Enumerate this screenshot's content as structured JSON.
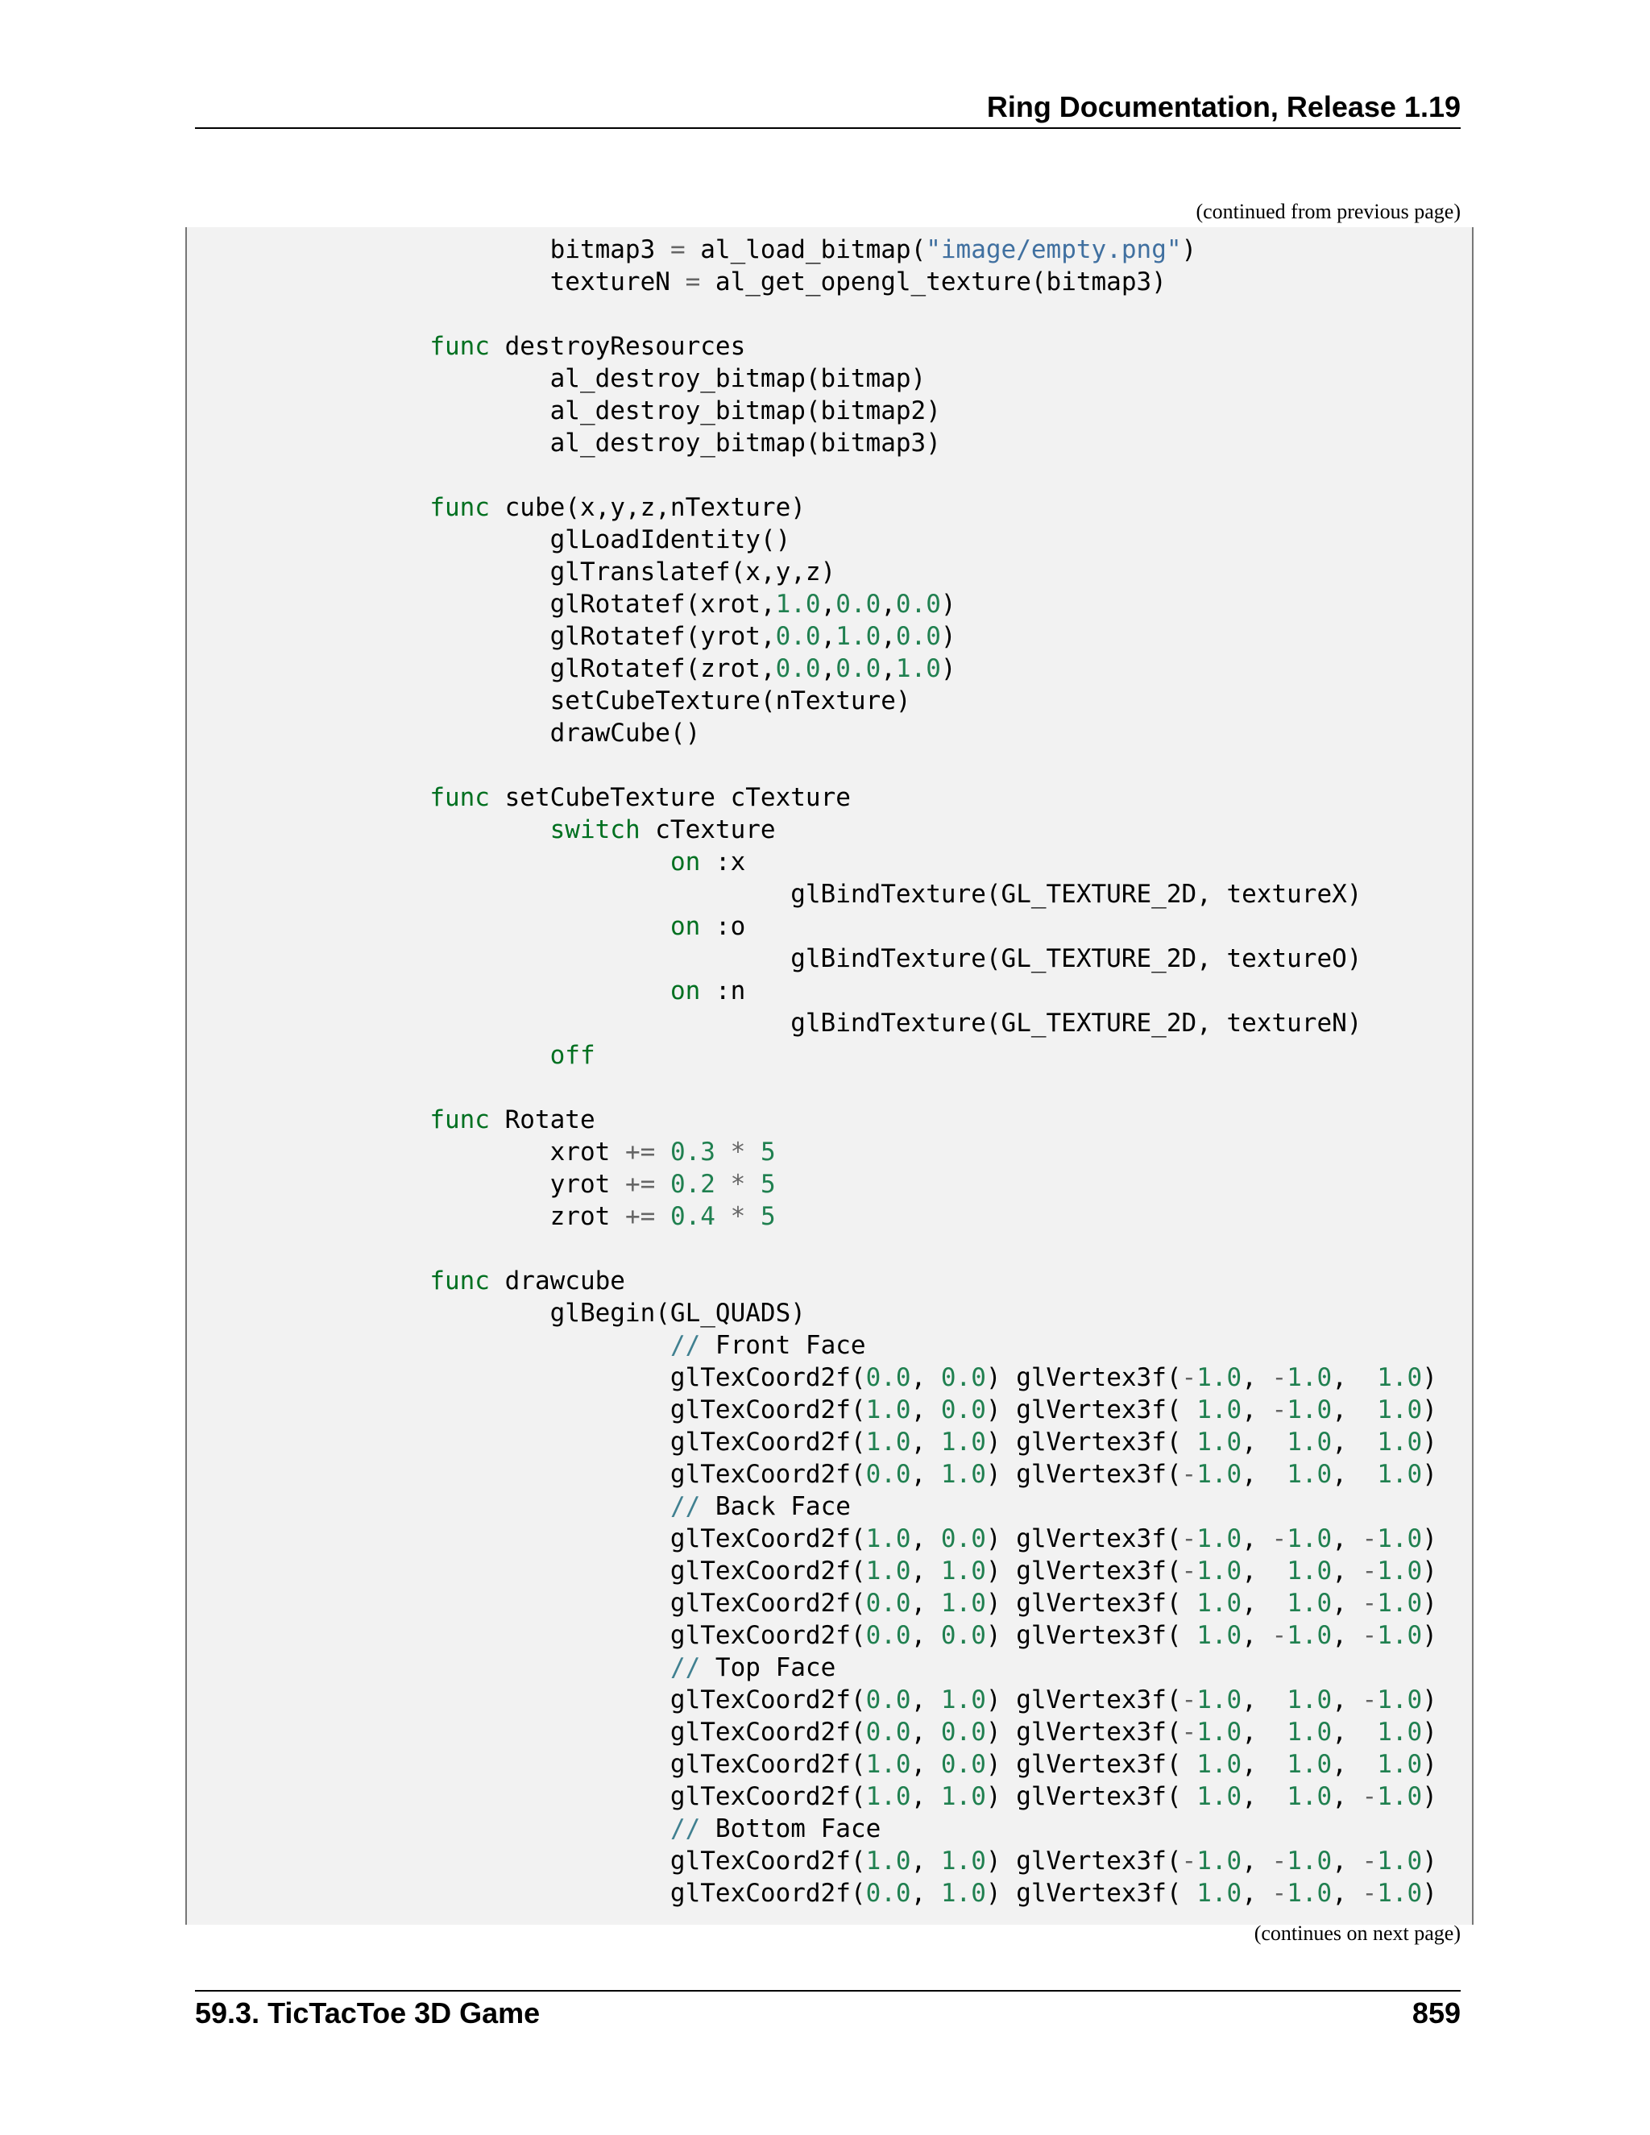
{
  "header": {
    "title": "Ring Documentation, Release 1.19"
  },
  "continued_from": "(continued from previous page)",
  "code": {
    "lines": [
      "\t\tbitmap3 = al_load_bitmap(\"image/empty.png\")",
      "\t\ttextureN = al_get_opengl_texture(bitmap3)",
      "",
      "\tfunc destroyResources",
      "\t\tal_destroy_bitmap(bitmap)",
      "\t\tal_destroy_bitmap(bitmap2)",
      "\t\tal_destroy_bitmap(bitmap3)",
      "",
      "\tfunc cube(x,y,z,nTexture)",
      "\t\tglLoadIdentity()",
      "\t\tglTranslatef(x,y,z)",
      "\t\tglRotatef(xrot,1.0,0.0,0.0)",
      "\t\tglRotatef(yrot,0.0,1.0,0.0)",
      "\t\tglRotatef(zrot,0.0,0.0,1.0)",
      "\t\tsetCubeTexture(nTexture)",
      "\t\tdrawCube()",
      "",
      "\tfunc setCubeTexture cTexture",
      "\t\tswitch cTexture",
      "\t\t\ton :x",
      "\t\t\t\tglBindTexture(GL_TEXTURE_2D, textureX)",
      "\t\t\ton :o",
      "\t\t\t\tglBindTexture(GL_TEXTURE_2D, textureO)",
      "\t\t\ton :n",
      "\t\t\t\tglBindTexture(GL_TEXTURE_2D, textureN)",
      "\t\toff",
      "",
      "\tfunc Rotate",
      "\t\txrot += 0.3 * 5",
      "\t\tyrot += 0.2 * 5",
      "\t\tzrot += 0.4 * 5",
      "",
      "\tfunc drawcube",
      "\t\tglBegin(GL_QUADS)",
      "\t\t\t// Front Face",
      "\t\t\tglTexCoord2f(0.0, 0.0) glVertex3f(-1.0, -1.0,  1.0)",
      "\t\t\tglTexCoord2f(1.0, 0.0) glVertex3f( 1.0, -1.0,  1.0)",
      "\t\t\tglTexCoord2f(1.0, 1.0) glVertex3f( 1.0,  1.0,  1.0)",
      "\t\t\tglTexCoord2f(0.0, 1.0) glVertex3f(-1.0,  1.0,  1.0)",
      "\t\t\t// Back Face",
      "\t\t\tglTexCoord2f(1.0, 0.0) glVertex3f(-1.0, -1.0, -1.0)",
      "\t\t\tglTexCoord2f(1.0, 1.0) glVertex3f(-1.0,  1.0, -1.0)",
      "\t\t\tglTexCoord2f(0.0, 1.0) glVertex3f( 1.0,  1.0, -1.0)",
      "\t\t\tglTexCoord2f(0.0, 0.0) glVertex3f( 1.0, -1.0, -1.0)",
      "\t\t\t// Top Face",
      "\t\t\tglTexCoord2f(0.0, 1.0) glVertex3f(-1.0,  1.0, -1.0)",
      "\t\t\tglTexCoord2f(0.0, 0.0) glVertex3f(-1.0,  1.0,  1.0)",
      "\t\t\tglTexCoord2f(1.0, 0.0) glVertex3f( 1.0,  1.0,  1.0)",
      "\t\t\tglTexCoord2f(1.0, 1.0) glVertex3f( 1.0,  1.0, -1.0)",
      "\t\t\t// Bottom Face",
      "\t\t\tglTexCoord2f(1.0, 1.0) glVertex3f(-1.0, -1.0, -1.0)",
      "\t\t\tglTexCoord2f(0.0, 1.0) glVertex3f( 1.0, -1.0, -1.0)"
    ],
    "colors": {
      "keyword": "#007020",
      "number": "#208050",
      "string": "#4070a0",
      "operator": "#666666",
      "comment": "#408090",
      "background": "#f2f2f2"
    }
  },
  "continues_on": "(continues on next page)",
  "footer": {
    "section": "59.3.  TicTacToe 3D Game",
    "page_number": "859"
  }
}
